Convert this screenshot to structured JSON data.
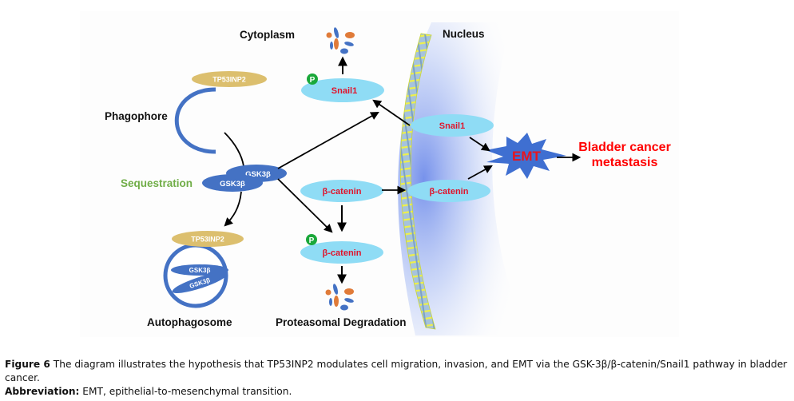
{
  "figure": {
    "labels": {
      "cytoplasm": "Cytoplasm",
      "nucleus": "Nucleus",
      "phagophore": "Phagophore",
      "sequestration": "Sequestration",
      "autophagosome": "Autophagosome",
      "proteasomal_degradation": "Proteasomal Degradation",
      "outcome_line1": "Bladder cancer",
      "outcome_line2": "metastasis",
      "emt": "EMT"
    },
    "nodes": {
      "tp53inp2_top": "TP53INP2",
      "tp53inp2_bottom": "TP53INP2",
      "gsk3b_a": "GSK3β",
      "gsk3b_b": "GSK3β",
      "gsk3b_auto_a": "GSK3β",
      "gsk3b_auto_b": "GSK3β",
      "snail1_cyto": "Snail1",
      "snail1_nuc": "Snail1",
      "bcatenin_cyto": "β-catenin",
      "bcatenin_phospho": "β-catenin",
      "bcatenin_nuc": "β-catenin",
      "phospho_badge": "P"
    },
    "colors": {
      "tp53inp2": "#dcbf6e",
      "gsk3b": "#4472c4",
      "protein": "#8fdcf5",
      "protein_text": "#e0142b",
      "phospho": "#1aa83a",
      "emt_star": "#3f6fd1",
      "emt_text": "#e8141e",
      "outcome": "#ff0000",
      "sequestration": "#70ad47",
      "fragment_blue": "#4472c4",
      "fragment_orange": "#e07b39"
    }
  },
  "caption": {
    "figure_label": "Figure 6",
    "figure_text": " The diagram illustrates the hypothesis that TP53INP2 modulates cell migration, invasion, and EMT via the GSK-3β/β-catenin/Snail1 pathway in bladder cancer.",
    "abbrev_label": "Abbreviation:",
    "abbrev_text": " EMT, epithelial-to-mesenchymal transition."
  }
}
